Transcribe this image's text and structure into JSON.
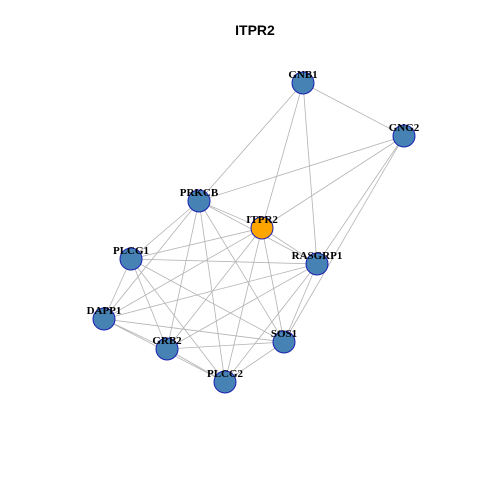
{
  "title": "ITPR2",
  "colors": {
    "node_fill": "#4682b4",
    "center_fill": "#ffa500",
    "node_stroke": "#1a1fb0",
    "edge": "#b3b3b3"
  },
  "nodes": [
    {
      "id": "GNB1",
      "label": "GNB1",
      "center": false
    },
    {
      "id": "GNG2",
      "label": "GNG2",
      "center": false
    },
    {
      "id": "PRKCB",
      "label": "PRKCB",
      "center": false
    },
    {
      "id": "ITPR2",
      "label": "ITPR2",
      "center": true
    },
    {
      "id": "PLCG1",
      "label": "PLCG1",
      "center": false
    },
    {
      "id": "RASGRP1",
      "label": "RASGRP1",
      "center": false
    },
    {
      "id": "DAPP1",
      "label": "DAPP1",
      "center": false
    },
    {
      "id": "SOS1",
      "label": "SOS1",
      "center": false
    },
    {
      "id": "GRB2",
      "label": "GRB2",
      "center": false
    },
    {
      "id": "PLCG2",
      "label": "PLCG2",
      "center": false
    }
  ],
  "edges": [
    [
      "GNB1",
      "GNG2"
    ],
    [
      "GNB1",
      "PRKCB"
    ],
    [
      "GNB1",
      "ITPR2"
    ],
    [
      "GNB1",
      "RASGRP1"
    ],
    [
      "GNG2",
      "PRKCB"
    ],
    [
      "GNG2",
      "ITPR2"
    ],
    [
      "GNG2",
      "RASGRP1"
    ],
    [
      "GNG2",
      "SOS1"
    ],
    [
      "PRKCB",
      "ITPR2"
    ],
    [
      "PRKCB",
      "PLCG1"
    ],
    [
      "PRKCB",
      "RASGRP1"
    ],
    [
      "PRKCB",
      "DAPP1"
    ],
    [
      "PRKCB",
      "GRB2"
    ],
    [
      "PRKCB",
      "SOS1"
    ],
    [
      "PRKCB",
      "PLCG2"
    ],
    [
      "ITPR2",
      "PLCG1"
    ],
    [
      "ITPR2",
      "RASGRP1"
    ],
    [
      "ITPR2",
      "DAPP1"
    ],
    [
      "ITPR2",
      "GRB2"
    ],
    [
      "ITPR2",
      "SOS1"
    ],
    [
      "ITPR2",
      "PLCG2"
    ],
    [
      "PLCG1",
      "RASGRP1"
    ],
    [
      "PLCG1",
      "DAPP1"
    ],
    [
      "PLCG1",
      "GRB2"
    ],
    [
      "PLCG1",
      "SOS1"
    ],
    [
      "PLCG1",
      "PLCG2"
    ],
    [
      "RASGRP1",
      "DAPP1"
    ],
    [
      "RASGRP1",
      "GRB2"
    ],
    [
      "RASGRP1",
      "SOS1"
    ],
    [
      "RASGRP1",
      "PLCG2"
    ],
    [
      "DAPP1",
      "GRB2"
    ],
    [
      "DAPP1",
      "SOS1"
    ],
    [
      "DAPP1",
      "PLCG2"
    ],
    [
      "GRB2",
      "SOS1"
    ],
    [
      "GRB2",
      "PLCG2"
    ],
    [
      "SOS1",
      "PLCG2"
    ]
  ]
}
